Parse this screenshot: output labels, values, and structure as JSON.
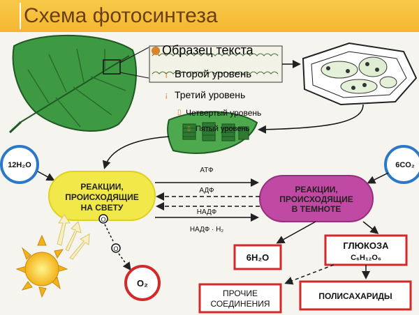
{
  "slide": {
    "title": "Схема фотосинтеза"
  },
  "outline": {
    "level1": "Образец текста",
    "level2": "Второй уровень",
    "level3": "Третий уровень",
    "level4": "Четвертый уровень",
    "level5": "Пятый уровень"
  },
  "diagram": {
    "light_reactions": [
      "РЕАКЦИИ,",
      "ПРОИСХОДЯЩИЕ",
      "НА СВЕТУ"
    ],
    "dark_reactions": [
      "РЕАКЦИИ,",
      "ПРОИСХОДЯЩИЕ",
      "В ТЕМНОТЕ"
    ],
    "water_in": "12H₂O",
    "co2_in": "6CO₂",
    "oxygen": "O₂",
    "o_intermediate": "O",
    "water_out": "6H₂O",
    "glucose_name": "ГЛЮКОЗА",
    "glucose_formula": "C₆H₁₂O₆",
    "other_compounds": [
      "ПРОЧИЕ",
      "СОЕДИНЕНИЯ"
    ],
    "polysaccharides": "ПОЛИСАХАРИДЫ",
    "atp": "АТФ",
    "adp": "АДФ",
    "nadp": "НАДФ",
    "nadph2": "НАДФ · H₂"
  },
  "colors": {
    "title_bar": "#f4b731",
    "light_oval": "#f1e84a",
    "dark_oval": "#c04aa3",
    "red_border": "#d22a2a",
    "blue_circle": "#2c78c8",
    "leaf_green": "#3d9a42"
  }
}
